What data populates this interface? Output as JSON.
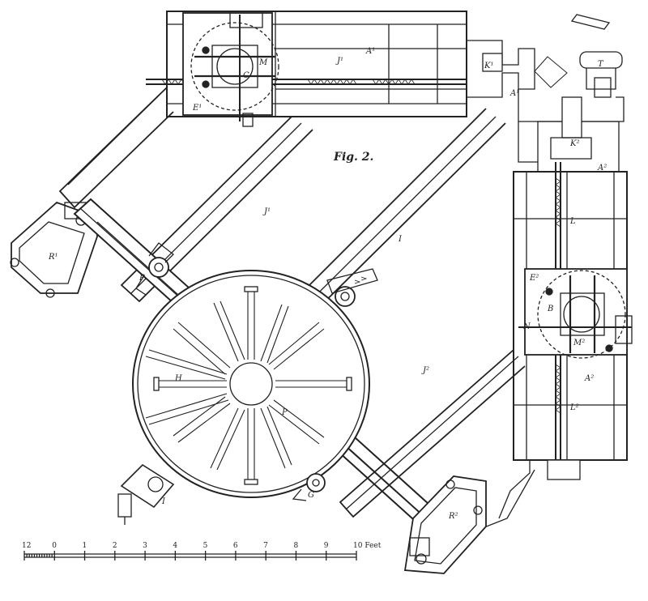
{
  "figure": {
    "title": "Fig. 2.",
    "ink_color": "#222222",
    "paper_color": "#ffffff"
  },
  "labels": {
    "a1": "A¹",
    "a1b": "A¹",
    "a2": "A²",
    "a2b": "A²",
    "j1": "J¹",
    "j1b": "J¹",
    "j2": "J²",
    "e1": "E¹",
    "e2": "E²",
    "k1": "K¹",
    "k2": "K²",
    "t": "T",
    "r1": "R¹",
    "r2": "R²",
    "p": "P",
    "pb": "P",
    "h": "H",
    "i": "I",
    "ib": "I",
    "l": "L",
    "l2": "L²",
    "m": "M",
    "m2": "M²",
    "c": "C",
    "b": "B",
    "n": "N",
    "g": "G"
  },
  "scale": {
    "ticks": [
      "12",
      "0",
      "1",
      "2",
      "3",
      "4",
      "5",
      "6",
      "7",
      "8",
      "9",
      "10 Feet"
    ]
  }
}
